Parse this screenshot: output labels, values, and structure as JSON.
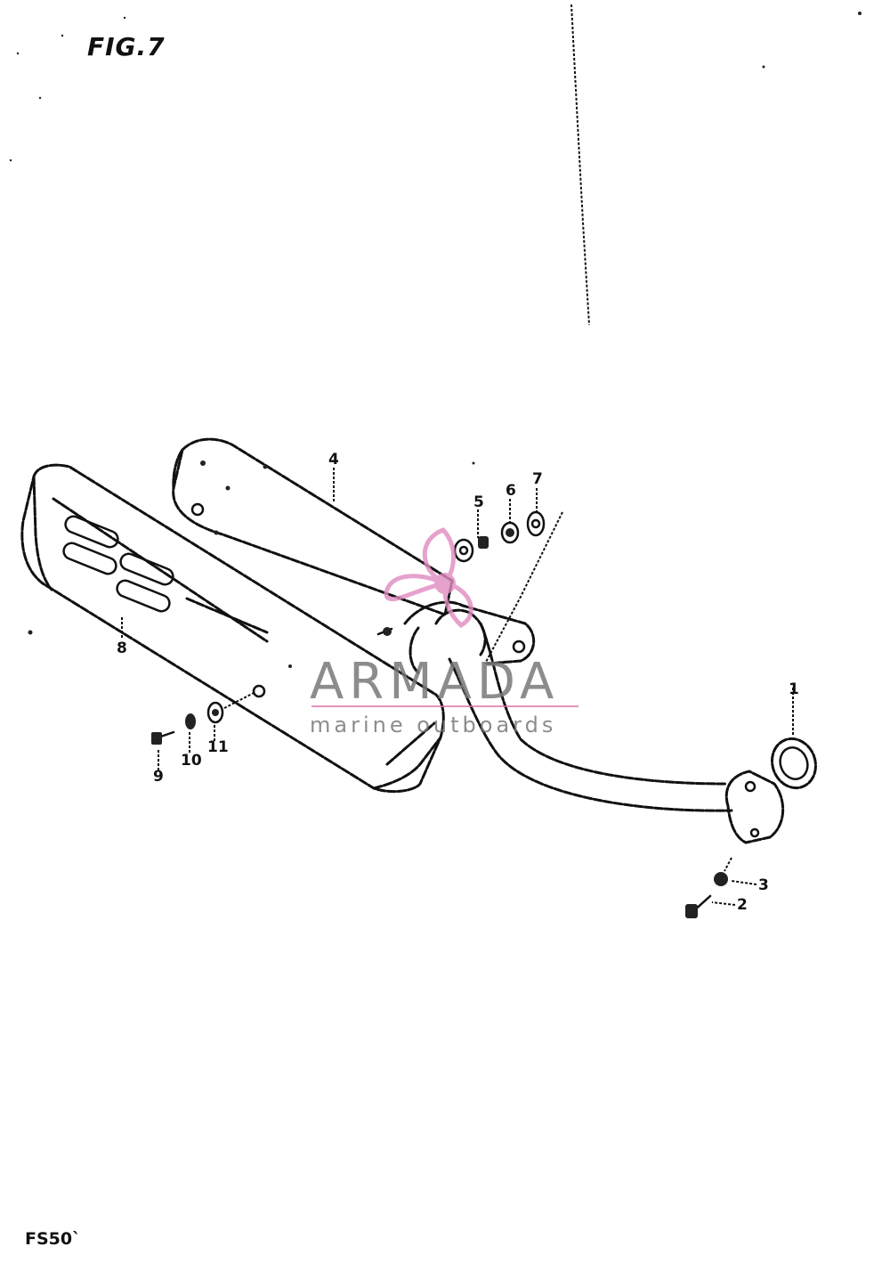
{
  "figure": {
    "title": "FIG.7",
    "model": "FS50`"
  },
  "callouts": [
    {
      "id": "1",
      "label": "1"
    },
    {
      "id": "2",
      "label": "2"
    },
    {
      "id": "3",
      "label": "3"
    },
    {
      "id": "4",
      "label": "4"
    },
    {
      "id": "5",
      "label": "5"
    },
    {
      "id": "6",
      "label": "6"
    },
    {
      "id": "7",
      "label": "7"
    },
    {
      "id": "8",
      "label": "8"
    },
    {
      "id": "9",
      "label": "9"
    },
    {
      "id": "10",
      "label": "10"
    },
    {
      "id": "11",
      "label": "11"
    }
  ],
  "watermark": {
    "brand": "ARMADA",
    "tagline": "marine outboards",
    "accent": "#e08cc0",
    "text_color": "#808080"
  },
  "icons": [
    "propeller-logo-icon"
  ]
}
